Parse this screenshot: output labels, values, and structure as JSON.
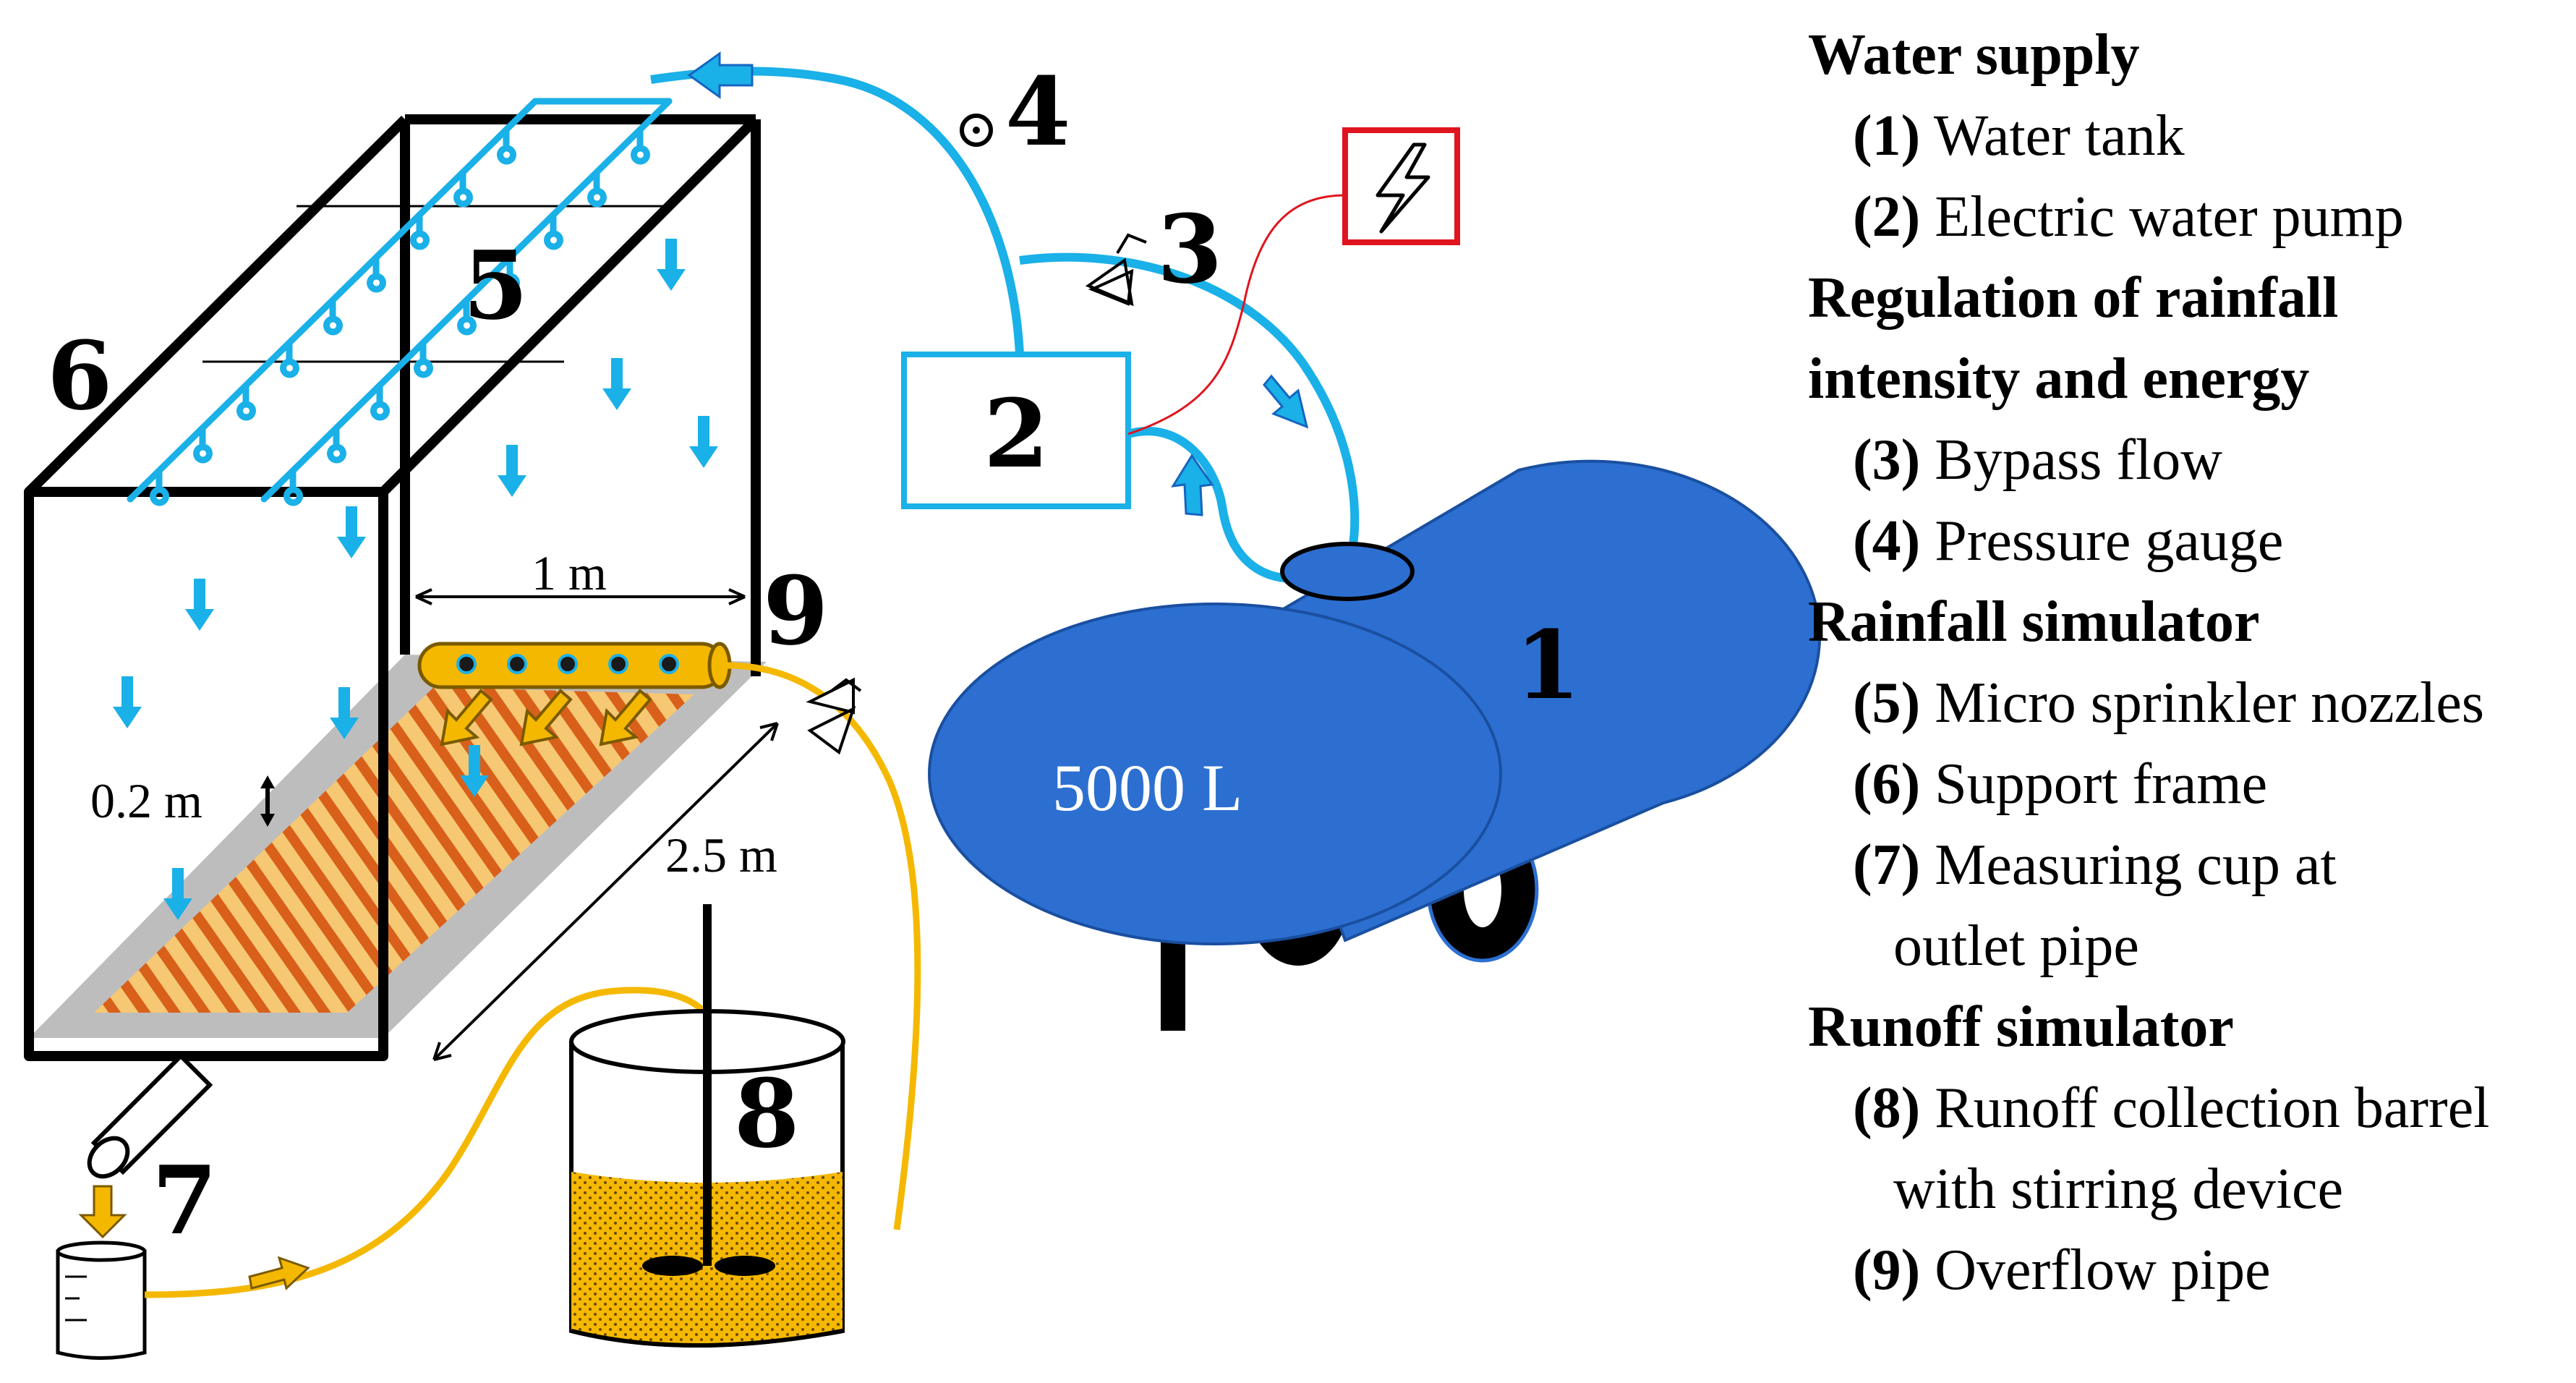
{
  "diagram": {
    "labels": {
      "n1": "1",
      "n2": "2",
      "n3": "3",
      "n4": "4",
      "n5": "5",
      "n6": "6",
      "n7": "7",
      "n8": "8",
      "n9": "9"
    },
    "dimensions": {
      "width": "1 m",
      "length": "2.5 m",
      "depth": "0.2 m"
    },
    "tank_volume": "5000 L",
    "colors": {
      "water": "#1ab0e8",
      "tank": "#2c6fd1",
      "runoff": "#f5b800",
      "frame": "#000000",
      "power": "#e0141e"
    },
    "icons": {
      "power": "lightning-icon",
      "valve": "valve-icon",
      "gauge": "pressure-gauge-icon"
    }
  },
  "legend": {
    "water_supply": {
      "heading": "Water supply",
      "items": [
        {
          "num": "(1)",
          "text": "Water tank"
        },
        {
          "num": "(2)",
          "text": "Electric water pump"
        }
      ]
    },
    "regulation": {
      "heading_line1": "Regulation of rainfall",
      "heading_line2": "intensity and energy",
      "items": [
        {
          "num": "(3)",
          "text": "Bypass flow"
        },
        {
          "num": "(4)",
          "text": "Pressure gauge"
        }
      ]
    },
    "rainfall": {
      "heading": "Rainfall simulator",
      "items": [
        {
          "num": "(5)",
          "text": "Micro sprinkler nozzles"
        },
        {
          "num": "(6)",
          "text": "Support frame"
        },
        {
          "num": "(7)",
          "text": "Measuring cup at",
          "cont": "outlet pipe"
        }
      ]
    },
    "runoff": {
      "heading": "Runoff simulator",
      "items": [
        {
          "num": "(8)",
          "text": "Runoff collection barrel",
          "cont": "with stirring device"
        },
        {
          "num": "(9)",
          "text": "Overflow pipe"
        }
      ]
    }
  }
}
